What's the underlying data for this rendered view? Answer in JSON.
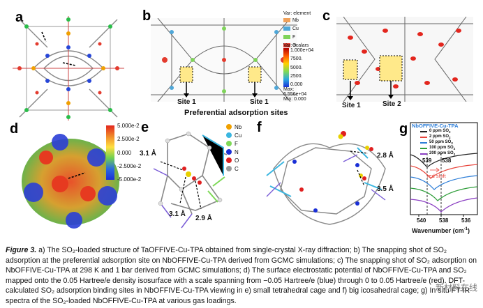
{
  "panels": {
    "a": {
      "label": "a"
    },
    "b": {
      "label": "b",
      "legend_title": "Var: element",
      "elements": [
        "Nb",
        "Cu",
        "F",
        "O"
      ],
      "scalar_title": "Var: scalars",
      "scalar_ticks": [
        "1.000e+04",
        "7500.",
        "5000.",
        "2500.",
        "0.000"
      ],
      "max_text": "Max: 6.556e+04",
      "min_text": "Min: 0.000",
      "site1_left": "Site 1",
      "site1_right": "Site 1",
      "subtitle": "Preferential adsorption sites"
    },
    "c": {
      "label": "c",
      "site1": "Site 1",
      "site2": "Site 2"
    },
    "d": {
      "label": "d",
      "scale": [
        "5.000e-2",
        "2.500e-2",
        "0.000",
        "-2.500e-2",
        "-5.000e-2"
      ]
    },
    "e": {
      "label": "e",
      "elements": [
        "Nb",
        "Cu",
        "F",
        "N",
        "O",
        "C"
      ],
      "dist1": "3.1 Å",
      "dist2": "3.1 Å",
      "dist3": "2.9 Å"
    },
    "f": {
      "label": "f",
      "dist1": "2.8 Å",
      "dist2": "3.5 Å"
    },
    "g": {
      "label": "g",
      "title": "NbOFFIVE-Cu-TPA",
      "series": [
        "0 ppm SO",
        "2 ppm SO",
        "50 ppm SO",
        "100 ppm SO",
        "200 ppm SO"
      ],
      "series_sub": "2",
      "peak1": "539",
      "peak2": "538",
      "annotation": "red shift",
      "xticks": [
        "540",
        "538",
        "536"
      ],
      "xlabel": "Wavenumber (cm",
      "xlabel_sup": "-1",
      "xlabel_end": ")"
    }
  },
  "colors": {
    "series": [
      "#222222",
      "#e8453c",
      "#2f7fd8",
      "#2f9e3a",
      "#8a3ec2"
    ],
    "elements_b": [
      "#f0a15a",
      "#4fa7d8",
      "#7fd35a",
      "#e33b2e"
    ],
    "elements_e": [
      "#f0a000",
      "#3bb6e0",
      "#7ed957",
      "#1a2fd6",
      "#e02020",
      "#9a9a9a"
    ]
  },
  "caption": {
    "lead": "Figure 3.",
    "text": "a) The SO₂-loaded structure of TaOFFIVE-Cu-TPA obtained from single-crystal X-ray diffraction; b) The snapping shot of SO₂ adsorption at the preferential adsorption site on NbOFFIVE-Cu-TPA derived from GCMC simulations; c) The snapping shot of SO₂ adsorption on NbOFFIVE-Cu-TPA at 298 K and 1 bar derived from GCMC simulations; d) The surface electrostatic potential of NbOFFIVE-Cu-TPA and SO₂ mapped onto the 0.05 Hartree/e density isosurface with a scale spanning from −0.05 Hartree/e (blue) through 0 to 0.05 Hartree/e (red). DFT-calculated SO₂ adsorption binding sites in NbOFFIVE-Cu-TPA viewing in e) small tetrahedral cage and f) big icosahedral cage; g) In situ FT-IR spectra of the SO₂-loaded NbOFFIVE-Cu-TPA at various gas loadings."
  },
  "watermark": "新材料在线"
}
